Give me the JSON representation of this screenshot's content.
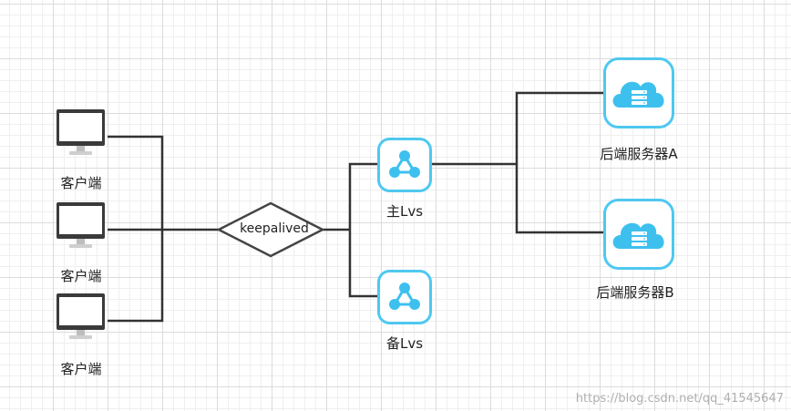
{
  "clients": [
    {
      "label": "客户端"
    },
    {
      "label": "客户端"
    },
    {
      "label": "客户端"
    }
  ],
  "keepalived": {
    "label": "keepalived"
  },
  "lvs_master": {
    "label": "主Lvs"
  },
  "lvs_backup": {
    "label": "备Lvs"
  },
  "server_a": {
    "label": "后端服务器A"
  },
  "server_b": {
    "label": "后端服务器B"
  },
  "watermark": "https://blog.csdn.net/qq_41545647",
  "colors": {
    "line": "#333333",
    "icon_border": "#4fc8f0",
    "icon_fill": "#3ec0ef",
    "monitor_frame": "#3a3a3a"
  }
}
